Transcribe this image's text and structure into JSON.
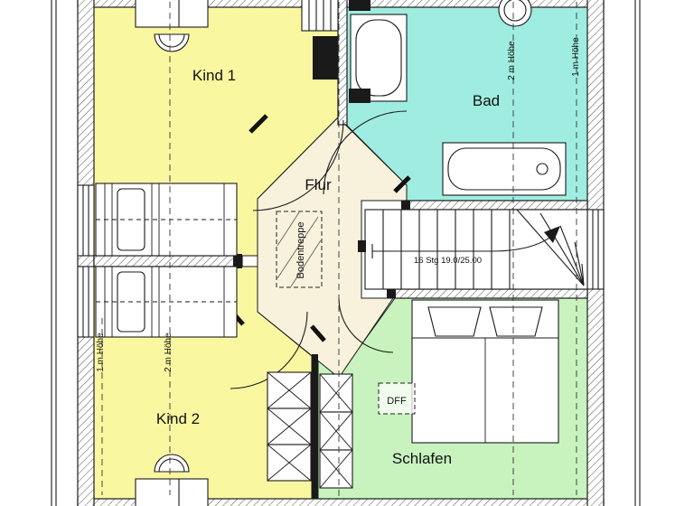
{
  "colors": {
    "kind_rooms": "#FAF7A1",
    "bathroom": "#9FEDE0",
    "bedroom": "#C8F3BE",
    "hallway": "#F8F1DC"
  },
  "rooms": {
    "kind1": {
      "label": "Kind 1"
    },
    "kind2": {
      "label": "Kind 2"
    },
    "bad": {
      "label": "Bad"
    },
    "flur": {
      "label": "Flur"
    },
    "schlafen": {
      "label": "Schlafen"
    }
  },
  "annotations": {
    "attic_ladder": "Bodentreppe",
    "roof_window": "DFF",
    "stair_spec": "16 Stg 19.0/25.00",
    "height_left_outer": "1 m Höhe",
    "height_left_inner": "2 m Höhe",
    "height_right_inner": "2 m Höhe",
    "height_right_outer": "1 m Höhe"
  }
}
